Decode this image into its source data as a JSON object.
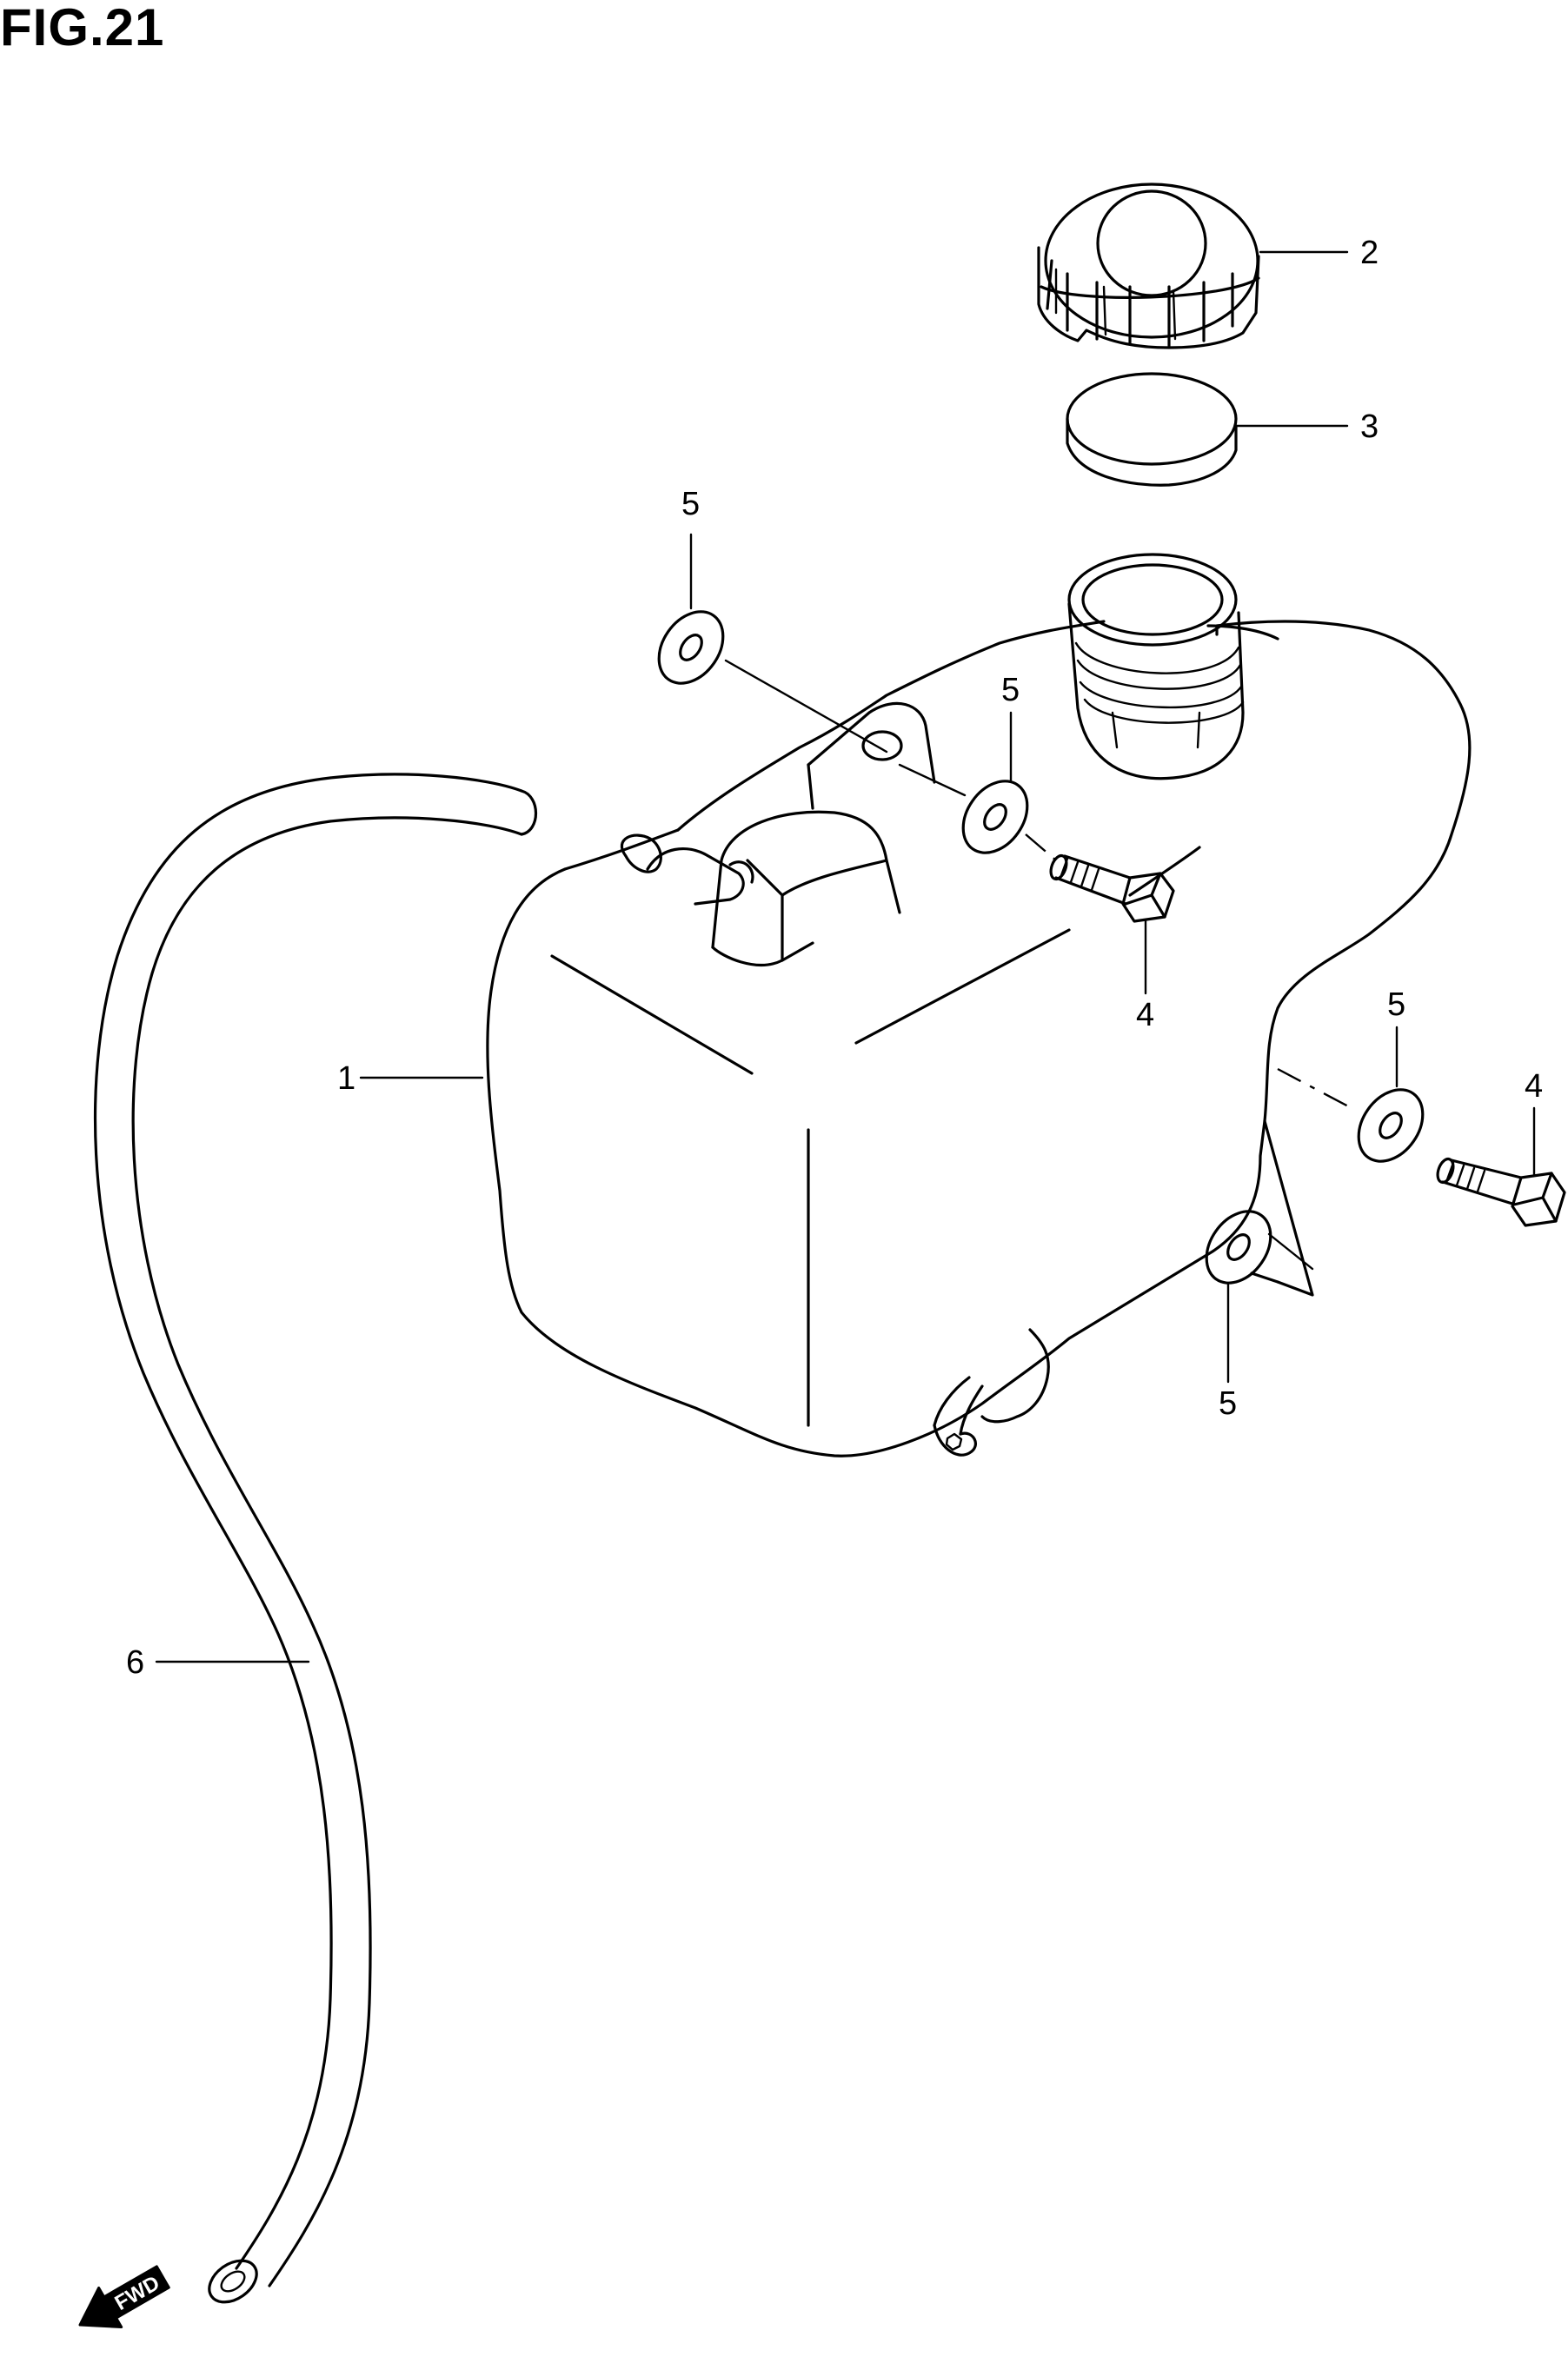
{
  "figure": {
    "title": "FIG.21"
  },
  "callouts": {
    "c1": "1",
    "c2": "2",
    "c3": "3",
    "c4a": "4",
    "c4b": "4",
    "c5a": "5",
    "c5b": "5",
    "c5c": "5",
    "c5d": "5",
    "c6": "6"
  },
  "direction": {
    "label": "FWD",
    "icon": "forward-arrow-icon"
  },
  "parts": [
    {
      "ref": "1",
      "icon": "reservoir-tank-icon"
    },
    {
      "ref": "2",
      "icon": "filler-cap-icon"
    },
    {
      "ref": "3",
      "icon": "cap-seal-icon"
    },
    {
      "ref": "4",
      "icon": "bolt-icon"
    },
    {
      "ref": "5",
      "icon": "washer-icon"
    },
    {
      "ref": "6",
      "icon": "hose-icon"
    }
  ]
}
